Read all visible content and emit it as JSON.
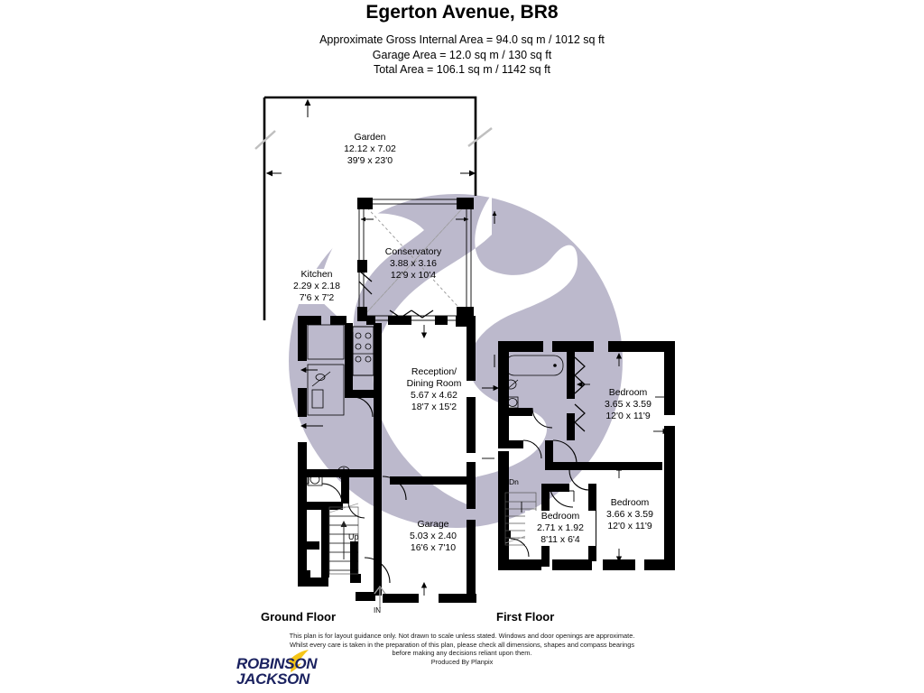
{
  "header": {
    "title": "Egerton Avenue, BR8",
    "area_lines": [
      "Approximate Gross Internal Area =  94.0 sq m / 1012 sq ft",
      "Garage Area = 12.0 sq m / 130 sq ft",
      "Total Area = 106.1 sq m / 1142 sq ft"
    ]
  },
  "floors": {
    "ground_label": "Ground Floor",
    "first_label": "First Floor"
  },
  "rooms": {
    "garden": {
      "name": "Garden",
      "metric": "12.12 x 7.02",
      "imperial": "39'9 x 23'0"
    },
    "conservatory": {
      "name": "Conservatory",
      "metric": "3.88 x 3.16",
      "imperial": "12'9 x 10'4"
    },
    "kitchen": {
      "name": "Kitchen",
      "metric": "2.29 x 2.18",
      "imperial": "7'6 x 7'2"
    },
    "reception": {
      "name": "Reception/",
      "name2": "Dining Room",
      "metric": "5.67 x 4.62",
      "imperial": "18'7 x 15'2"
    },
    "garage": {
      "name": "Garage",
      "metric": "5.03 x 2.40",
      "imperial": "16'6 x 7'10"
    },
    "bedroom1": {
      "name": "Bedroom",
      "metric": "3.65 x 3.59",
      "imperial": "12'0 x 11'9"
    },
    "bedroom2": {
      "name": "Bedroom",
      "metric": "3.66 x 3.59",
      "imperial": "12'0 x 11'9"
    },
    "bedroom3": {
      "name": "Bedroom",
      "metric": "2.71 x 1.92",
      "imperial": "8'11 x 6'4"
    }
  },
  "markers": {
    "entrance": "IN",
    "stairs_up": "Up",
    "stairs_down": "Dn"
  },
  "footer": {
    "disclaimer": "This plan is for layout guidance only. Not drawn to scale unless stated. Windows and door openings are approximate. Whilst every care is taken in the preparation of this plan, please check all dimensions, shapes and compass bearings before making any decisions reliant upon them.",
    "producer": "Produced By Planpix",
    "logo_line1": "ROBINSON",
    "logo_line2": "JACKSON"
  },
  "colors": {
    "wall": "#000000",
    "watermark_grey": "#bcb9cc",
    "logo_navy": "#1b2260",
    "logo_gold": "#f5c518",
    "background": "#ffffff"
  }
}
